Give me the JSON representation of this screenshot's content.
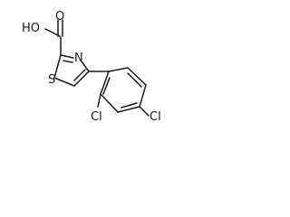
{
  "atoms": {
    "hydroxyl": "HO",
    "carbonyl_oxygen": "O",
    "ring_nitrogen": "N",
    "ring_sulfur": "S",
    "chloro_ortho": "Cl",
    "chloro_para": "Cl"
  }
}
